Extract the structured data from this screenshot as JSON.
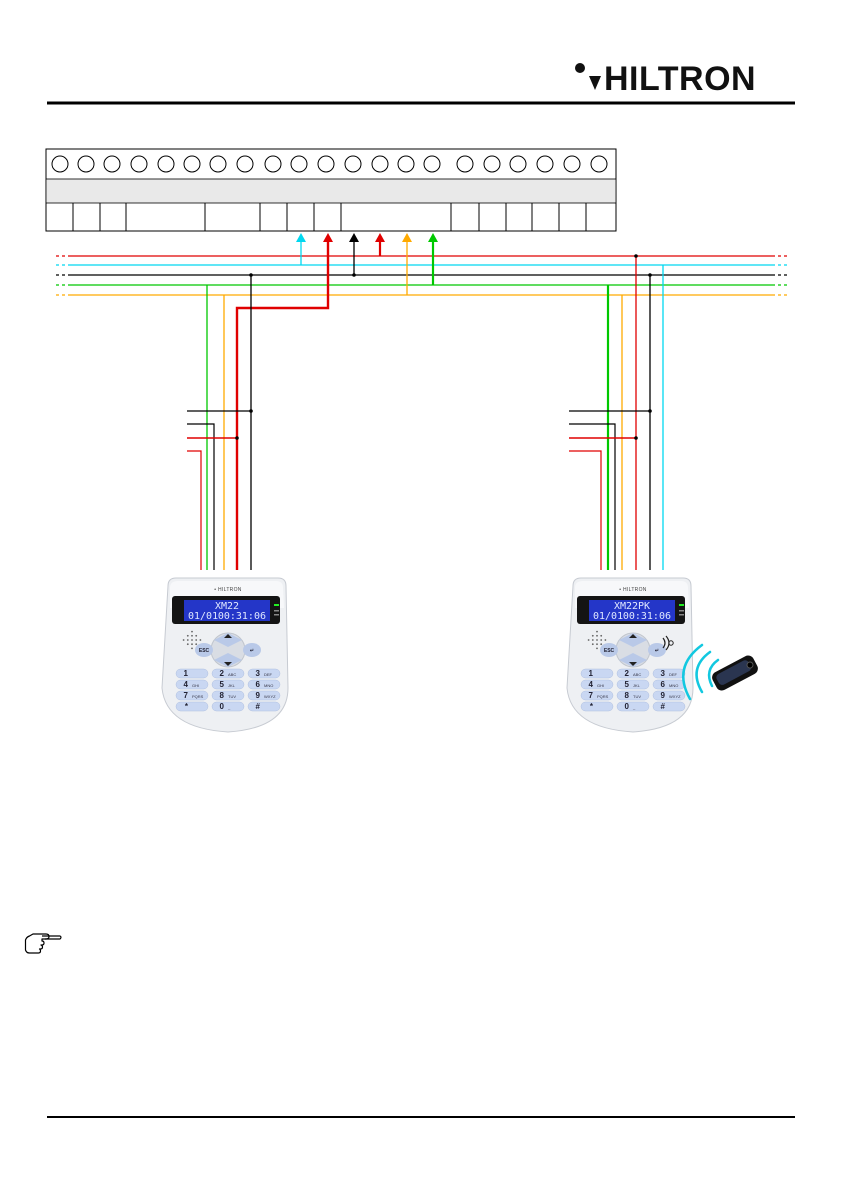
{
  "header": {
    "brand": "HILTRON"
  },
  "keypads": [
    {
      "model": "XM22",
      "date": "01/01",
      "time": "00:31:06",
      "keys": [
        {
          "num": "1",
          "sub": ""
        },
        {
          "num": "2",
          "sub": "ABC"
        },
        {
          "num": "3",
          "sub": "DEF"
        },
        {
          "num": "4",
          "sub": "GHI"
        },
        {
          "num": "5",
          "sub": "JKL"
        },
        {
          "num": "6",
          "sub": "MNO"
        },
        {
          "num": "7",
          "sub": "PQRS"
        },
        {
          "num": "8",
          "sub": "TUV"
        },
        {
          "num": "9",
          "sub": "WXYZ"
        },
        {
          "num": "*",
          "sub": ""
        },
        {
          "num": "0",
          "sub": "_"
        },
        {
          "num": "#",
          "sub": ""
        }
      ],
      "nav": {
        "esc": "ESC",
        "enter": "↵"
      }
    },
    {
      "model": "XM22PK",
      "date": "01/01",
      "time": "00:31:06",
      "keys": [
        {
          "num": "1",
          "sub": ""
        },
        {
          "num": "2",
          "sub": "ABC"
        },
        {
          "num": "3",
          "sub": "DEF"
        },
        {
          "num": "4",
          "sub": "GHI"
        },
        {
          "num": "5",
          "sub": "JKL"
        },
        {
          "num": "6",
          "sub": "MNO"
        },
        {
          "num": "7",
          "sub": "PQRS"
        },
        {
          "num": "8",
          "sub": "TUV"
        },
        {
          "num": "9",
          "sub": "WXYZ"
        },
        {
          "num": "*",
          "sub": ""
        },
        {
          "num": "0",
          "sub": "_"
        },
        {
          "num": "#",
          "sub": ""
        }
      ],
      "nav": {
        "esc": "ESC",
        "enter": "↵"
      }
    }
  ],
  "note_icon": "pointing-hand-icon",
  "colors": {
    "cyan": "#00d8f0",
    "red": "#e00000",
    "black": "#000000",
    "green": "#00c800",
    "orange": "#ffaa00",
    "thin_red": "#e02020"
  }
}
